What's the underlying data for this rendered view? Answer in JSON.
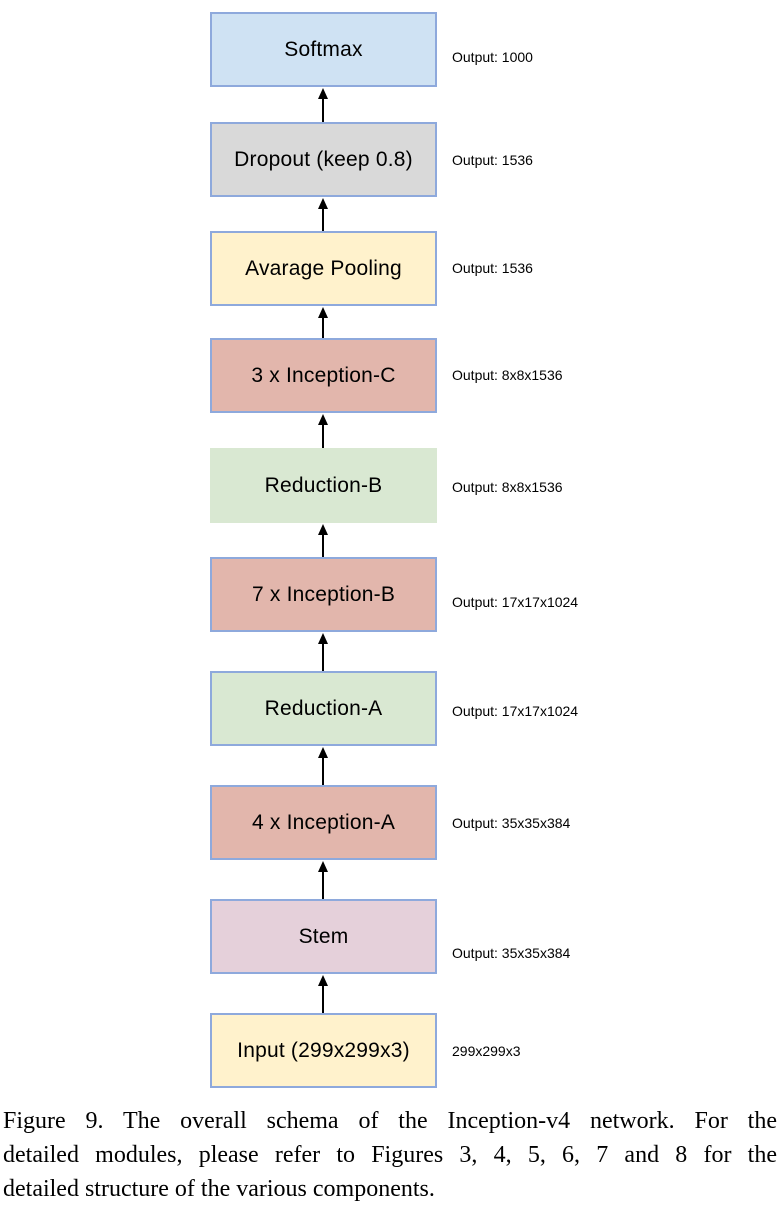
{
  "diagram": {
    "title_semantic": "Inception-v4 overall schema",
    "flow_direction": "bottom-to-top",
    "arrow_color": "#000000",
    "border_color": "#8ea9dc",
    "nodes": [
      {
        "label": "Softmax",
        "annotation": "Output: 1000",
        "fill": "#cfe2f3",
        "border": "#8ea9dc"
      },
      {
        "label": "Dropout (keep 0.8)",
        "annotation": "Output: 1536",
        "fill": "#d9d9d9",
        "border": "#8ea9dc"
      },
      {
        "label": "Avarage Pooling",
        "annotation": "Output: 1536",
        "fill": "#fff2cc",
        "border": "#8ea9dc"
      },
      {
        "label": "3 x Inception-C",
        "annotation": "Output: 8x8x1536",
        "fill": "#e2b6ac",
        "border": "#8ea9dc"
      },
      {
        "label": "Reduction-B",
        "annotation": "Output: 8x8x1536",
        "fill": "#d9e8d2",
        "border": "#d9e8d2"
      },
      {
        "label": "7 x Inception-B",
        "annotation": "Output: 17x17x1024",
        "fill": "#e2b6ac",
        "border": "#8ea9dc"
      },
      {
        "label": "Reduction-A",
        "annotation": "Output: 17x17x1024",
        "fill": "#d9e8d2",
        "border": "#8ea9dc"
      },
      {
        "label": "4 x Inception-A",
        "annotation": "Output: 35x35x384",
        "fill": "#e2b6ac",
        "border": "#8ea9dc"
      },
      {
        "label": "Stem",
        "annotation": "Output: 35x35x384",
        "fill": "#e5d0da",
        "border": "#8ea9dc"
      },
      {
        "label": "Input (299x299x3)",
        "annotation": "299x299x3",
        "fill": "#fff2cc",
        "border": "#8ea9dc"
      }
    ]
  },
  "caption": {
    "lines": [
      "Figure 9. The overall schema of the Inception-v4 network. For the",
      "detailed modules, please refer to Figures 3, 4, 5, 6, 7 and 8 for the",
      "detailed structure of the various components."
    ]
  }
}
